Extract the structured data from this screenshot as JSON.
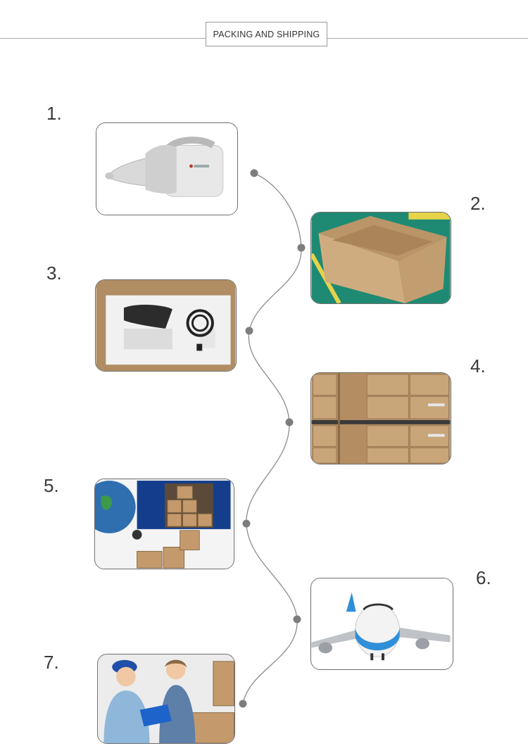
{
  "header": {
    "title": "PACKING AND SHIPPING"
  },
  "steps": [
    {
      "number": "1.",
      "image": "product-sprayer-photo"
    },
    {
      "number": "2.",
      "image": "empty-carton-photo"
    },
    {
      "number": "3.",
      "image": "packed-product-photo"
    },
    {
      "number": "4.",
      "image": "stacked-cartons-photo"
    },
    {
      "number": "5.",
      "image": "truck-loading-photo"
    },
    {
      "number": "6.",
      "image": "airplane-photo"
    },
    {
      "number": "7.",
      "image": "delivery-photo"
    }
  ],
  "colors": {
    "rule": "#a9a9a9",
    "connector": "#8c8c8c",
    "dot": "#7d7d7d",
    "frame": "#6d6d6d"
  }
}
